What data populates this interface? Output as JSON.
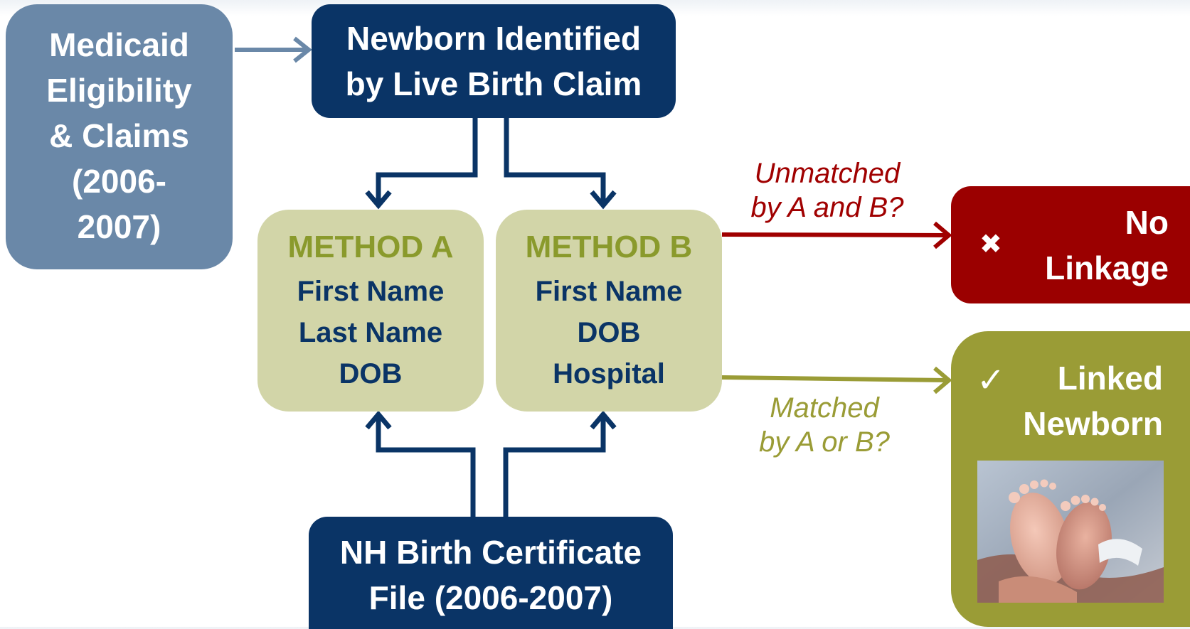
{
  "medicaid": {
    "lines": [
      "Medicaid",
      "Eligibility",
      "& Claims",
      "(2006-",
      "2007)"
    ]
  },
  "newborn": {
    "lines": [
      "Newborn Identified",
      "by Live Birth Claim"
    ]
  },
  "method_a": {
    "title": "METHOD A",
    "fields": [
      "First Name",
      "Last Name",
      "DOB"
    ]
  },
  "method_b": {
    "title": "METHOD B",
    "fields": [
      "First Name",
      "DOB",
      "Hospital"
    ]
  },
  "birth_cert": {
    "lines": [
      "NH Birth Certificate",
      "File (2006-2007)"
    ]
  },
  "unmatched": {
    "lines": [
      "Unmatched",
      "by A and B?"
    ]
  },
  "matched": {
    "lines": [
      "Matched",
      "by A or B?"
    ]
  },
  "no_linkage": {
    "lines": [
      "No",
      "Linkage"
    ],
    "icon": "x-icon"
  },
  "linked": {
    "lines": [
      "Linked",
      "Newborn"
    ],
    "icon": "check-icon"
  },
  "colors": {
    "navy": "#0a3466",
    "slate_blue": "#6a88a8",
    "khaki": "#d2d5a8",
    "olive": "#9a9c36",
    "dark_red": "#9b0000"
  }
}
